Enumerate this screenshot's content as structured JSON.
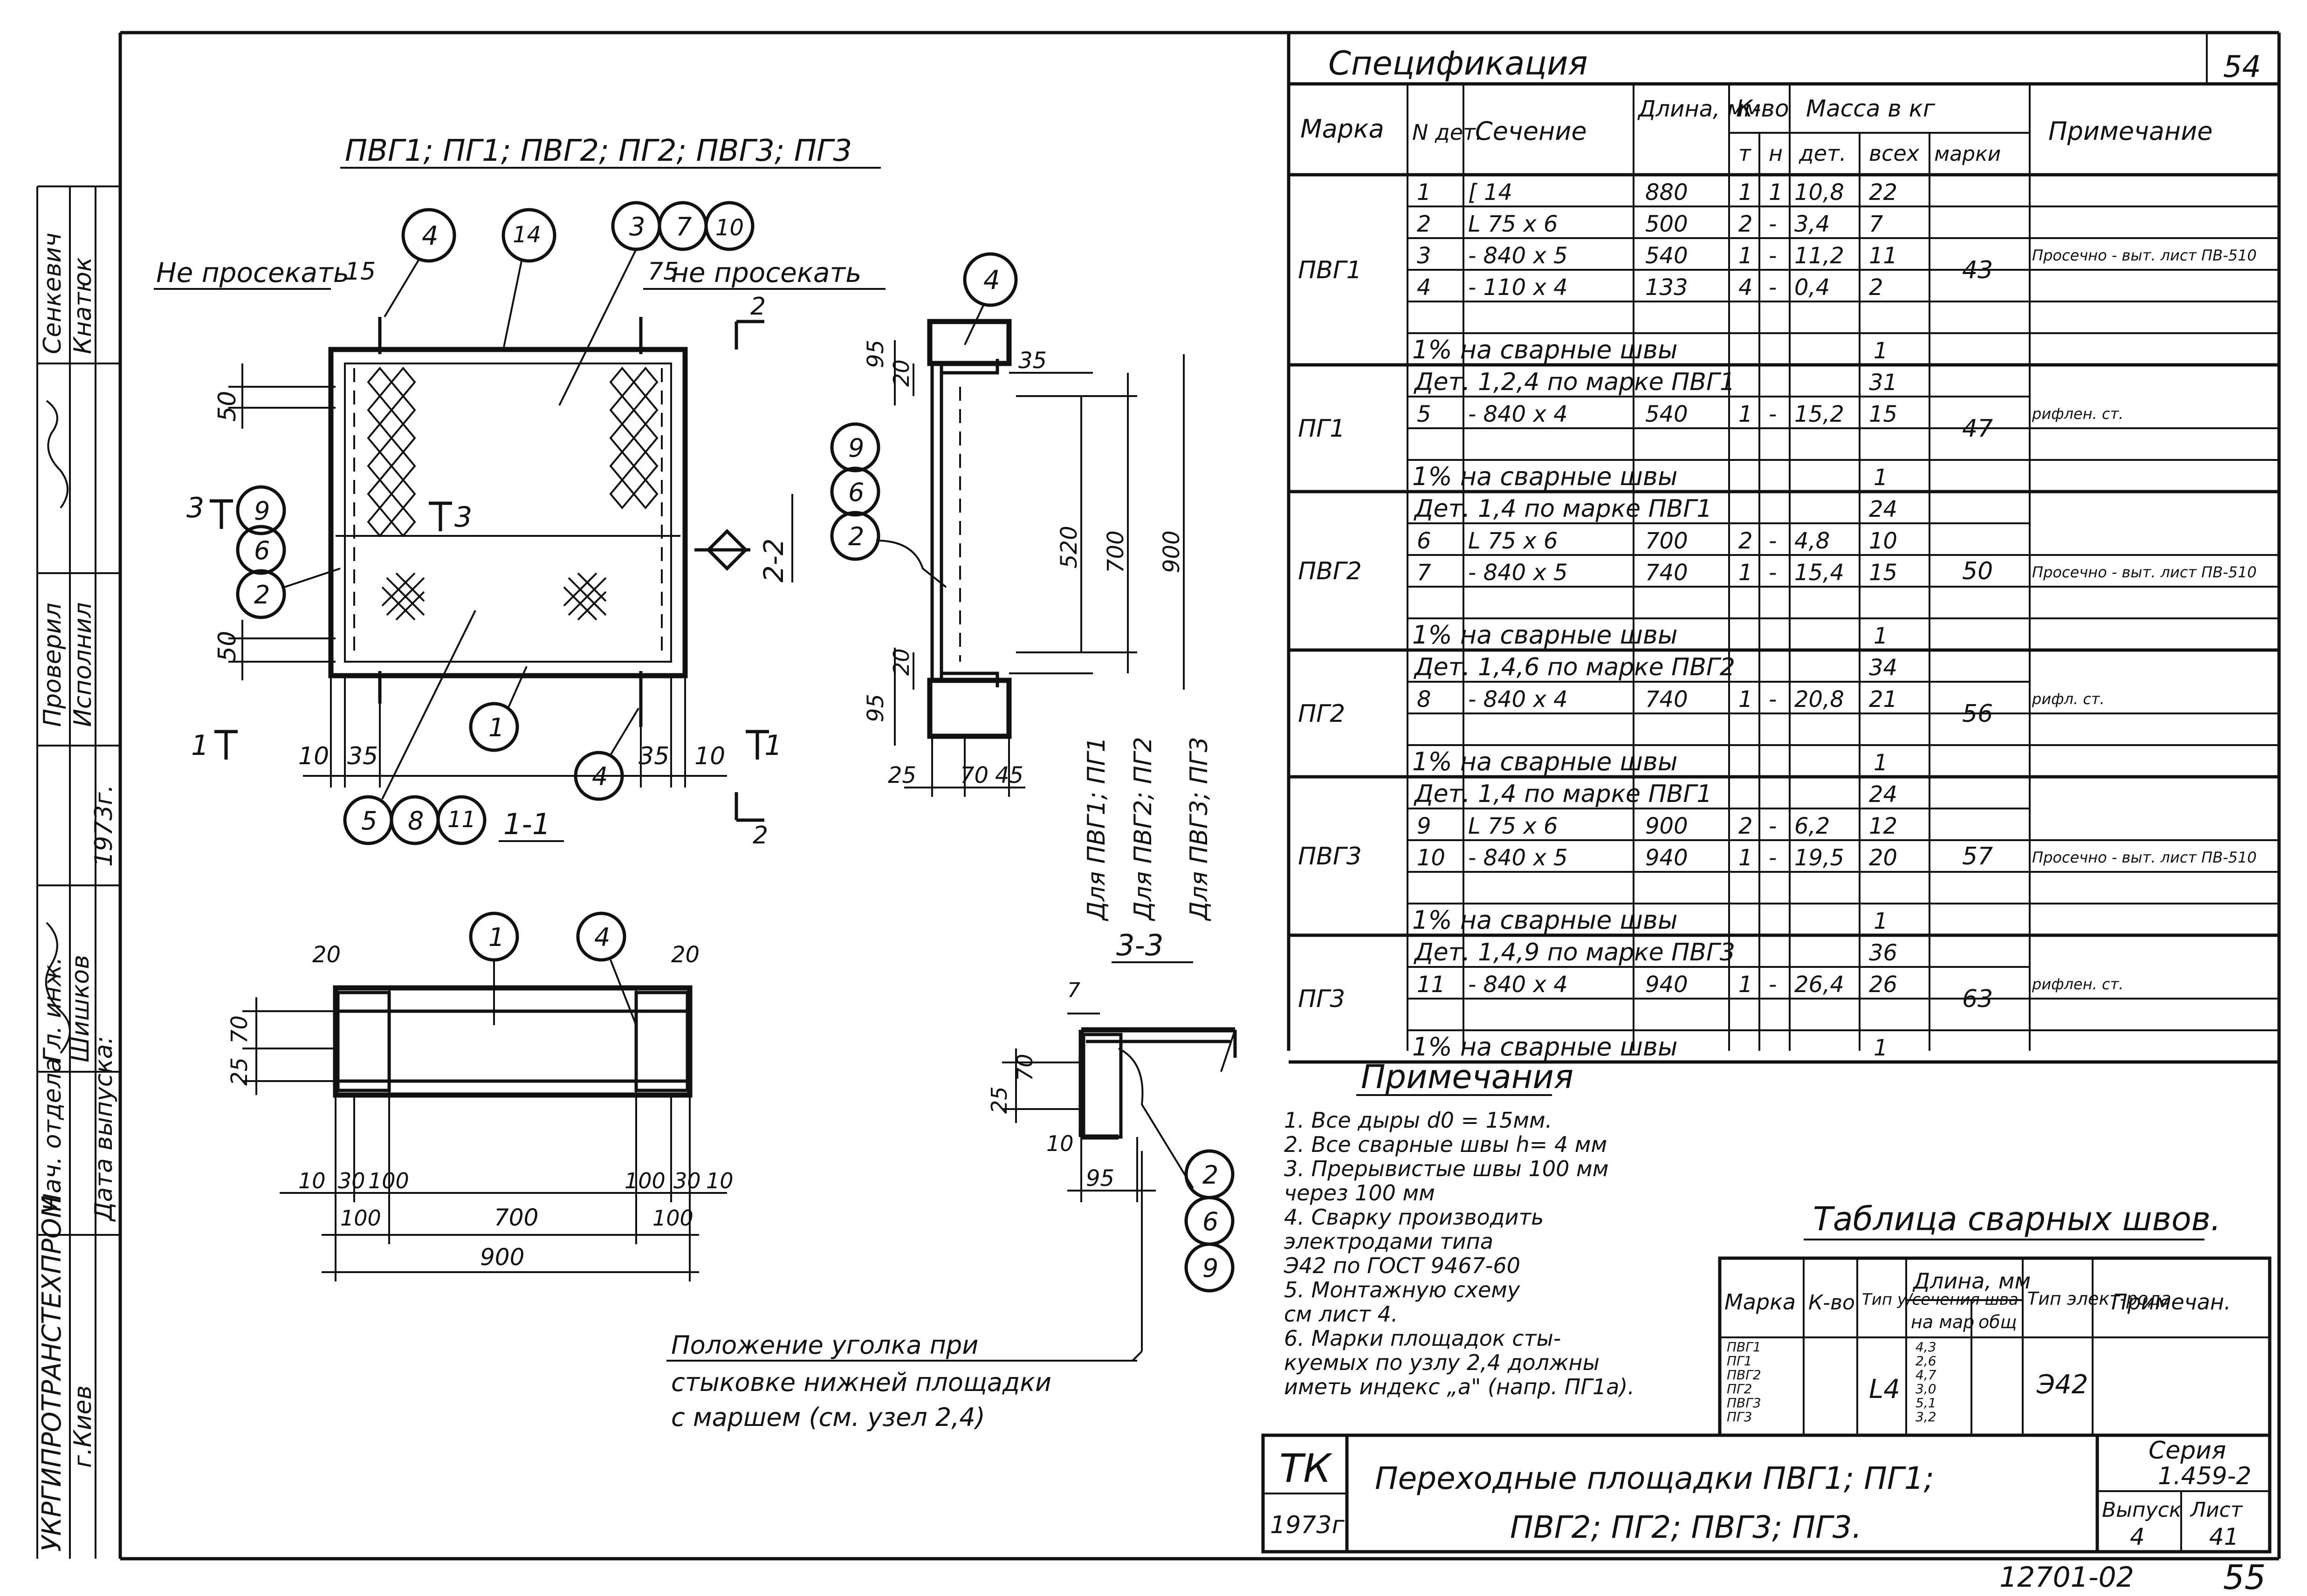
{
  "sheet": {
    "page_number_top": "54",
    "page_number_bottom": "55",
    "inventory_number": "12701-02",
    "title_line1": "Переходные площадки ПВГ1; ПГ1;",
    "title_line2": "ПВГ2; ПГ2; ПВГ3; ПГ3.",
    "org_mark": "ТК",
    "year_mark": "1973г",
    "series_label": "Серия",
    "series_value": "1.459-2",
    "issue_label": "Выпуск",
    "issue_value": "4",
    "sheet_label": "Лист",
    "sheet_value": "41"
  },
  "side_stamp": {
    "rows": [
      {
        "role": "Нач. отдела",
        "name": "Шишков",
        "extra": "Сенкевич"
      },
      {
        "role": "Гл. инж.",
        "name": "Шишков",
        "extra": "Кнатюк"
      },
      {
        "role": "Проверил",
        "name": "",
        "extra": ""
      },
      {
        "role": "Исполнил",
        "name": "",
        "extra": ""
      }
    ],
    "date_label": "Дата выпуска:",
    "date_value": "1973г.",
    "org_vertical": "УКРГИПРОТРАНСТЕХПРОМ",
    "city": "г.Киев"
  },
  "drawing": {
    "main_title": "ПВГ1; ПГ1; ПВГ2; ПГ2; ПВГ3; ПГ3",
    "no_cut_left": "Не просекать",
    "no_cut_right": "не просекать",
    "dim_15": "15",
    "dim_75": "75",
    "dim_50a": "50",
    "dim_50b": "50",
    "dim_10a": "10",
    "dim_35a": "35",
    "dim_35b": "35",
    "dim_10b": "10",
    "mark_14": "14",
    "mark_3": "3",
    "mark_7": "7",
    "mark_10": "10",
    "mark_4a": "4",
    "mark_4b": "4",
    "mark_9": "9",
    "mark_6": "6",
    "mark_2": "2",
    "mark_1": "1",
    "mark_5": "5",
    "mark_8": "8",
    "mark_11": "11",
    "sect_3": "3",
    "sect_1": "1",
    "sect_2": "2",
    "section_2_2": "2-2",
    "section_1_1": "1-1",
    "section_3_3": "3-3",
    "s2_95a": "95",
    "s2_20a": "20",
    "s2_35": "35",
    "s2_520": "520",
    "s2_700": "700",
    "s2_900": "900",
    "s2_20b": "20",
    "s2_95b": "95",
    "s2_25": "25",
    "s2_70": "70",
    "s2_45": "45",
    "for_pvg1": "Для ПВГ1; ПГ1",
    "for_pvg2": "Для ПВГ2; ПГ2",
    "for_pvg3": "Для ПВГ3; ПГ3",
    "s1_20a": "20",
    "s1_20b": "20",
    "s1_70": "70",
    "s1_25": "25",
    "s1_10a": "10",
    "s1_30a": "30",
    "s1_100a": "100",
    "s1_100b": "100",
    "s1_700": "700",
    "s1_100c": "100",
    "s1_30b": "30",
    "s1_10b": "10",
    "s1_100d": "100",
    "s1_900": "900",
    "s3_7": "7",
    "s3_25": "25",
    "s3_70": "70",
    "s3_10": "10",
    "s3_95": "95",
    "note_position_1": "Положение уголка при",
    "note_position_2": "стыковке нижней площадки",
    "note_position_3": "с маршем (см. узел 2,4)"
  },
  "spec": {
    "title": "Спецификация",
    "h_mark": "Марка",
    "h_n": "N дет.",
    "h_section": "Сечение",
    "h_length": "Длина, мм",
    "h_qty": "К-во",
    "h_qty_t": "т",
    "h_qty_n": "н",
    "h_mass": "Масса в кг",
    "h_mass_det": "дет.",
    "h_mass_all": "всех",
    "h_mass_mark": "марки",
    "h_note": "Примечание",
    "weld_text": "1% на сварные швы",
    "groups": [
      {
        "mark": "ПВГ1",
        "total": "43",
        "rows": [
          {
            "n": "1",
            "sec": "[ 14",
            "len": "880",
            "t": "1",
            "h": "1",
            "det": "10,8",
            "all": "22",
            "note": ""
          },
          {
            "n": "2",
            "sec": "L 75 x 6",
            "len": "500",
            "t": "2",
            "h": "-",
            "det": "3,4",
            "all": "7",
            "note": ""
          },
          {
            "n": "3",
            "sec": "- 840 x 5",
            "len": "540",
            "t": "1",
            "h": "-",
            "det": "11,2",
            "all": "11",
            "note": "Просечно - выт. лист ПВ-510"
          },
          {
            "n": "4",
            "sec": "- 110 x 4",
            "len": "133",
            "t": "4",
            "h": "-",
            "det": "0,4",
            "all": "2",
            "note": ""
          }
        ],
        "weld_all": "1"
      },
      {
        "mark": "ПГ1",
        "total": "47",
        "ref": "Дет. 1,2,4 по марке ПВГ1",
        "ref_all": "31",
        "rows": [
          {
            "n": "5",
            "sec": "- 840 x 4",
            "len": "540",
            "t": "1",
            "h": "-",
            "det": "15,2",
            "all": "15",
            "note": "рифлен. ст."
          }
        ],
        "weld_all": "1"
      },
      {
        "mark": "ПВГ2",
        "total": "50",
        "ref": "Дет. 1,4 по марке ПВГ1",
        "ref_all": "24",
        "rows": [
          {
            "n": "6",
            "sec": "L 75 x 6",
            "len": "700",
            "t": "2",
            "h": "-",
            "det": "4,8",
            "all": "10",
            "note": ""
          },
          {
            "n": "7",
            "sec": "- 840 x 5",
            "len": "740",
            "t": "1",
            "h": "-",
            "det": "15,4",
            "all": "15",
            "note": "Просечно - выт. лист ПВ-510"
          }
        ],
        "weld_all": "1"
      },
      {
        "mark": "ПГ2",
        "total": "56",
        "ref": "Дет. 1,4,6 по марке ПВГ2",
        "ref_all": "34",
        "rows": [
          {
            "n": "8",
            "sec": "- 840 x 4",
            "len": "740",
            "t": "1",
            "h": "-",
            "det": "20,8",
            "all": "21",
            "note": "рифл. ст."
          }
        ],
        "weld_all": "1"
      },
      {
        "mark": "ПВГ3",
        "total": "57",
        "ref": "Дет. 1,4 по марке ПВГ1",
        "ref_all": "24",
        "rows": [
          {
            "n": "9",
            "sec": "L 75 x 6",
            "len": "900",
            "t": "2",
            "h": "-",
            "det": "6,2",
            "all": "12",
            "note": ""
          },
          {
            "n": "10",
            "sec": "- 840 x 5",
            "len": "940",
            "t": "1",
            "h": "-",
            "det": "19,5",
            "all": "20",
            "note": "Просечно - выт. лист ПВ-510"
          }
        ],
        "weld_all": "1"
      },
      {
        "mark": "ПГ3",
        "total": "63",
        "ref": "Дет. 1,4,9 по марке ПВГ3",
        "ref_all": "36",
        "rows": [
          {
            "n": "11",
            "sec": "- 840 x 4",
            "len": "940",
            "t": "1",
            "h": "-",
            "det": "26,4",
            "all": "26",
            "note": "рифлен. ст."
          }
        ],
        "weld_all": "1"
      }
    ]
  },
  "notes": {
    "title": "Примечания",
    "items": [
      "1. Все дыры d0 = 15мм.",
      "2. Все сварные швы h= 4 мм",
      "3. Прерывистые швы 100 мм",
      "через 100 мм",
      "4. Сварку производить",
      "электродами типа",
      "Э42 по ГОСТ 9467-60",
      "5. Монтажную схему",
      "см лист 4.",
      "6. Марки площадок сты-",
      "куемых по узлу 2,4 должны",
      "иметь индекс „а\" (напр. ПГ1а)."
    ]
  },
  "welds": {
    "title": "Таблица сварных швов.",
    "h_mark": "Марка",
    "h_qty": "К-во",
    "h_type": "Тип у/сечения шва",
    "h_len": "Длина, мм",
    "h_len_one": "на мар",
    "h_len_all": "общ",
    "h_elec": "Тип элект-рода",
    "h_note": "Примечан.",
    "marks": [
      "ПВГ1",
      "ПГ1",
      "ПВГ2",
      "ПГ2",
      "ПВГ3",
      "ПГ3"
    ],
    "lengths": [
      "4,3",
      "2,6",
      "4,7",
      "3,0",
      "5,1",
      "3,2"
    ],
    "type_symbol": "L4",
    "electrode": "Э42"
  }
}
